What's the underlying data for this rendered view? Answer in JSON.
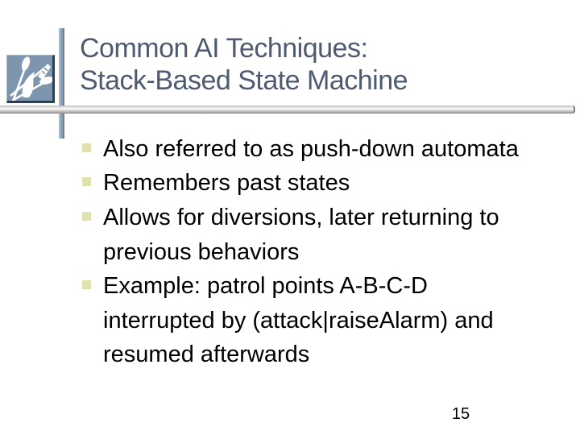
{
  "slide": {
    "title_lines": [
      "Common AI Techniques:",
      "Stack-Based State Machine"
    ],
    "bullets": [
      {
        "lines": [
          "Also referred to as push-down automata"
        ]
      },
      {
        "lines": [
          "Remembers past states"
        ]
      },
      {
        "lines": [
          "Allows for diversions, later returning to",
          "previous behaviors"
        ]
      },
      {
        "lines": [
          "Example: patrol points A-B-C-D",
          "interrupted by (attack|raiseAlarm) and",
          "resumed afterwards"
        ]
      }
    ],
    "page_number": "15",
    "icons": {
      "logo": "crossed-oars-icon",
      "bullet": "square-bullet-icon"
    },
    "colors": {
      "title_text": "#4e5a70",
      "body_text": "#000000",
      "bullet_square": "#e0e1ae",
      "logo_background": "#7e96ad",
      "logo_shadow": "#2d4154",
      "accent_line": "#8ba3b8",
      "divider_bar": "#c2c2c2",
      "background": "#ffffff"
    }
  }
}
